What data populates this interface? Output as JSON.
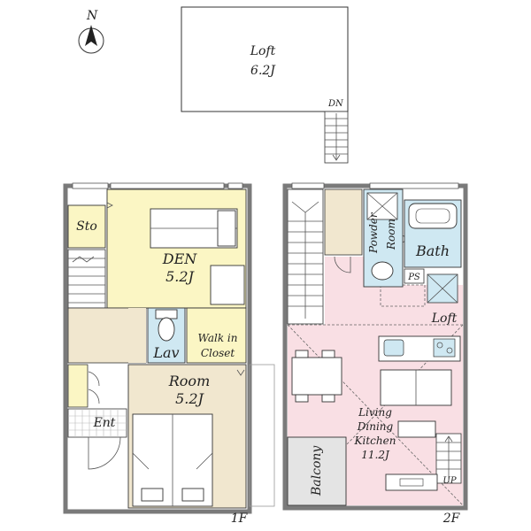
{
  "compass": {
    "north_label": "N"
  },
  "loft_top": {
    "name": "Loft",
    "size": "6.2J",
    "stair_label": "DN"
  },
  "floor1": {
    "floor_label": "1F",
    "rooms": {
      "sto": "Sto",
      "den_name": "DEN",
      "den_size": "5.2J",
      "lav": "Lav",
      "walk_in_1": "Walk in",
      "walk_in_2": "Closet",
      "room_name": "Room",
      "room_size": "5.2J",
      "ent": "Ent"
    }
  },
  "floor2": {
    "floor_label": "2F",
    "rooms": {
      "powder_1": "Powder",
      "powder_2": "Room",
      "bath": "Bath",
      "ps": "PS",
      "loft": "Loft",
      "ldk_1": "Living",
      "ldk_2": "Dining",
      "ldk_3": "Kitchen",
      "ldk_size": "11.2J",
      "balcony": "Balcony",
      "up": "UP"
    }
  },
  "colors": {
    "den": "#fbf6c4",
    "walk_in": "#fbf6c4",
    "lav": "#cfe8f2",
    "room": "#f1e7cf",
    "hall": "#f1e7cf",
    "ldk": "#f9dfe4",
    "bath": "#cfe8f2",
    "balcony": "#e4e4e4",
    "wall": "#7a7a7a"
  }
}
